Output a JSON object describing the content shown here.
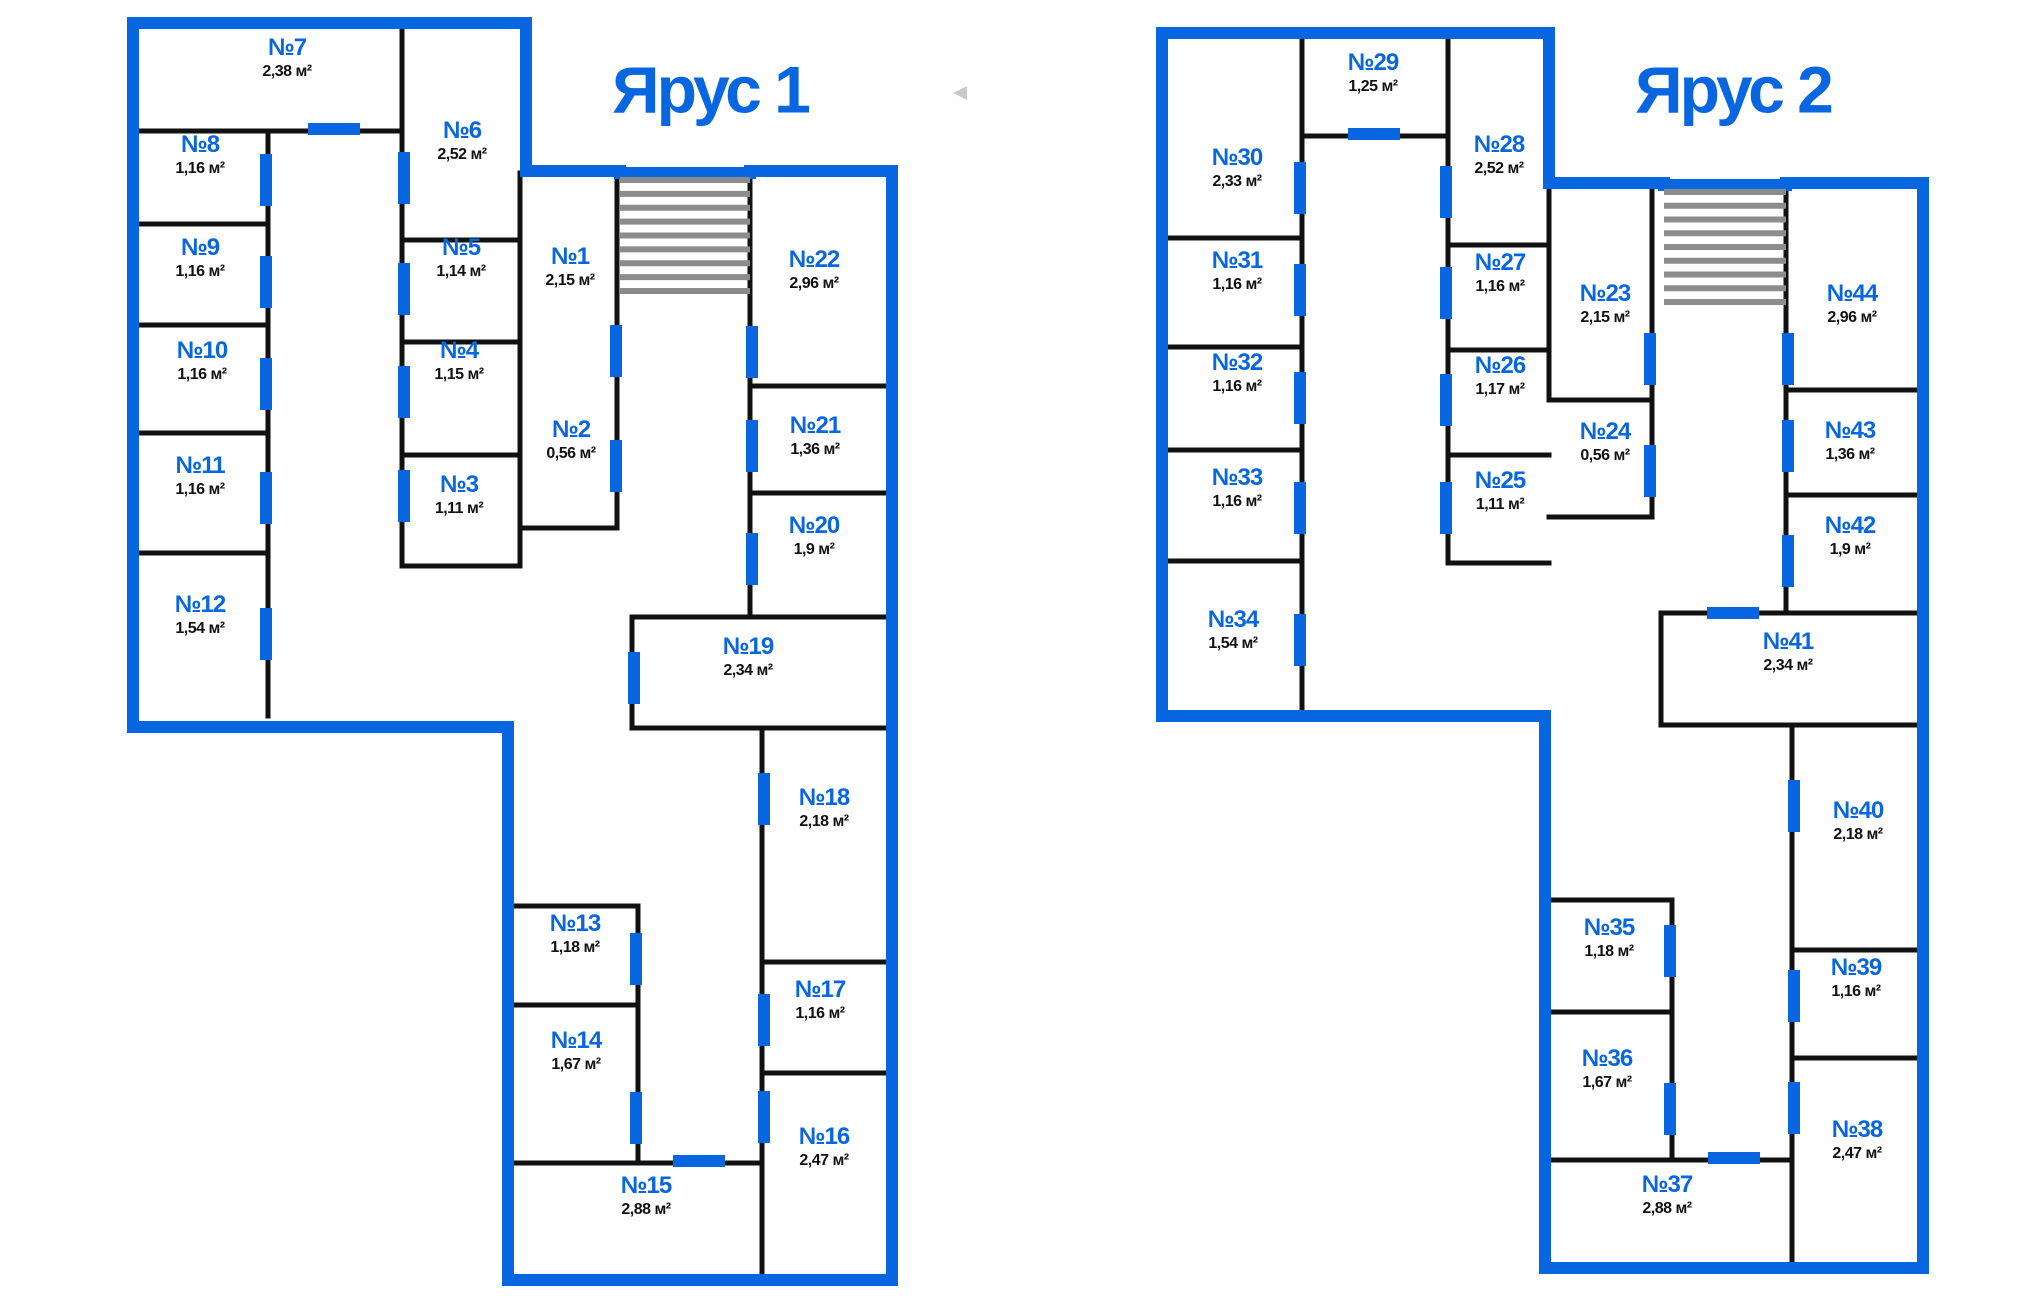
{
  "colors": {
    "wall_outer": "#0866E0",
    "wall_inner": "#111111",
    "door": "#0866E0",
    "stairs": "#8C8C8C",
    "room_number": "#0866E0",
    "room_area": "#111111",
    "title": "#0866E0",
    "arrow": "#C8C8C8"
  },
  "icons": {
    "scroll_arrow": "left-arrow-icon",
    "stairs": "stairs-icon"
  },
  "tiers": [
    {
      "title": "Ярус 1",
      "rooms": [
        {
          "number": "№1",
          "area": "2,15 м²"
        },
        {
          "number": "№2",
          "area": "0,56 м²"
        },
        {
          "number": "№3",
          "area": "1,11 м²"
        },
        {
          "number": "№4",
          "area": "1,15 м²"
        },
        {
          "number": "№5",
          "area": "1,14 м²"
        },
        {
          "number": "№6",
          "area": "2,52 м²"
        },
        {
          "number": "№7",
          "area": "2,38 м²"
        },
        {
          "number": "№8",
          "area": "1,16 м²"
        },
        {
          "number": "№9",
          "area": "1,16 м²"
        },
        {
          "number": "№10",
          "area": "1,16 м²"
        },
        {
          "number": "№11",
          "area": "1,16 м²"
        },
        {
          "number": "№12",
          "area": "1,54 м²"
        },
        {
          "number": "№13",
          "area": "1,18 м²"
        },
        {
          "number": "№14",
          "area": "1,67 м²"
        },
        {
          "number": "№15",
          "area": "2,88 м²"
        },
        {
          "number": "№16",
          "area": "2,47 м²"
        },
        {
          "number": "№17",
          "area": "1,16 м²"
        },
        {
          "number": "№18",
          "area": "2,18 м²"
        },
        {
          "number": "№19",
          "area": "2,34 м²"
        },
        {
          "number": "№20",
          "area": "1,9 м²"
        },
        {
          "number": "№21",
          "area": "1,36 м²"
        },
        {
          "number": "№22",
          "area": "2,96 м²"
        }
      ]
    },
    {
      "title": "Ярус 2",
      "rooms": [
        {
          "number": "№23",
          "area": "2,15 м²"
        },
        {
          "number": "№24",
          "area": "0,56 м²"
        },
        {
          "number": "№25",
          "area": "1,11 м²"
        },
        {
          "number": "№26",
          "area": "1,17 м²"
        },
        {
          "number": "№27",
          "area": "1,16 м²"
        },
        {
          "number": "№28",
          "area": "2,52 м²"
        },
        {
          "number": "№29",
          "area": "1,25 м²"
        },
        {
          "number": "№30",
          "area": "2,33 м²"
        },
        {
          "number": "№31",
          "area": "1,16 м²"
        },
        {
          "number": "№32",
          "area": "1,16 м²"
        },
        {
          "number": "№33",
          "area": "1,16 м²"
        },
        {
          "number": "№34",
          "area": "1,54 м²"
        },
        {
          "number": "№35",
          "area": "1,18 м²"
        },
        {
          "number": "№36",
          "area": "1,67 м²"
        },
        {
          "number": "№37",
          "area": "2,88 м²"
        },
        {
          "number": "№38",
          "area": "2,47 м²"
        },
        {
          "number": "№39",
          "area": "1,16 м²"
        },
        {
          "number": "№40",
          "area": "2,18 м²"
        },
        {
          "number": "№41",
          "area": "2,34 м²"
        },
        {
          "number": "№42",
          "area": "1,9 м²"
        },
        {
          "number": "№43",
          "area": "1,36 м²"
        },
        {
          "number": "№44",
          "area": "2,96 м²"
        }
      ]
    }
  ]
}
